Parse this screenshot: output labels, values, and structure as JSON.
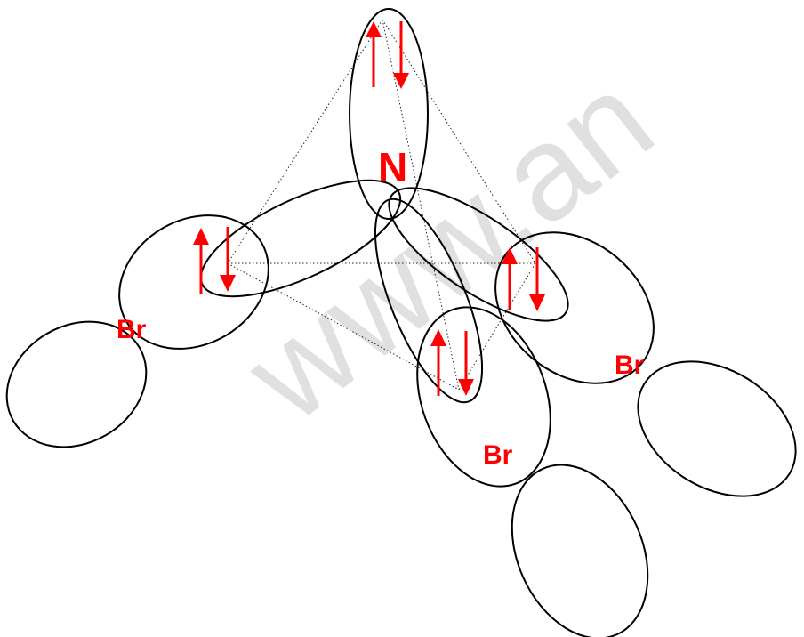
{
  "diagram": {
    "labels": {
      "central_atom": "N",
      "ligand_1": "Br",
      "ligand_2": "Br",
      "ligand_3": "Br"
    },
    "watermark": "www.an",
    "colors": {
      "label": "#ff0000",
      "orbital_outline": "#000000",
      "electron_arrow": "#ff0000",
      "watermark": "#c8c8c8"
    }
  }
}
